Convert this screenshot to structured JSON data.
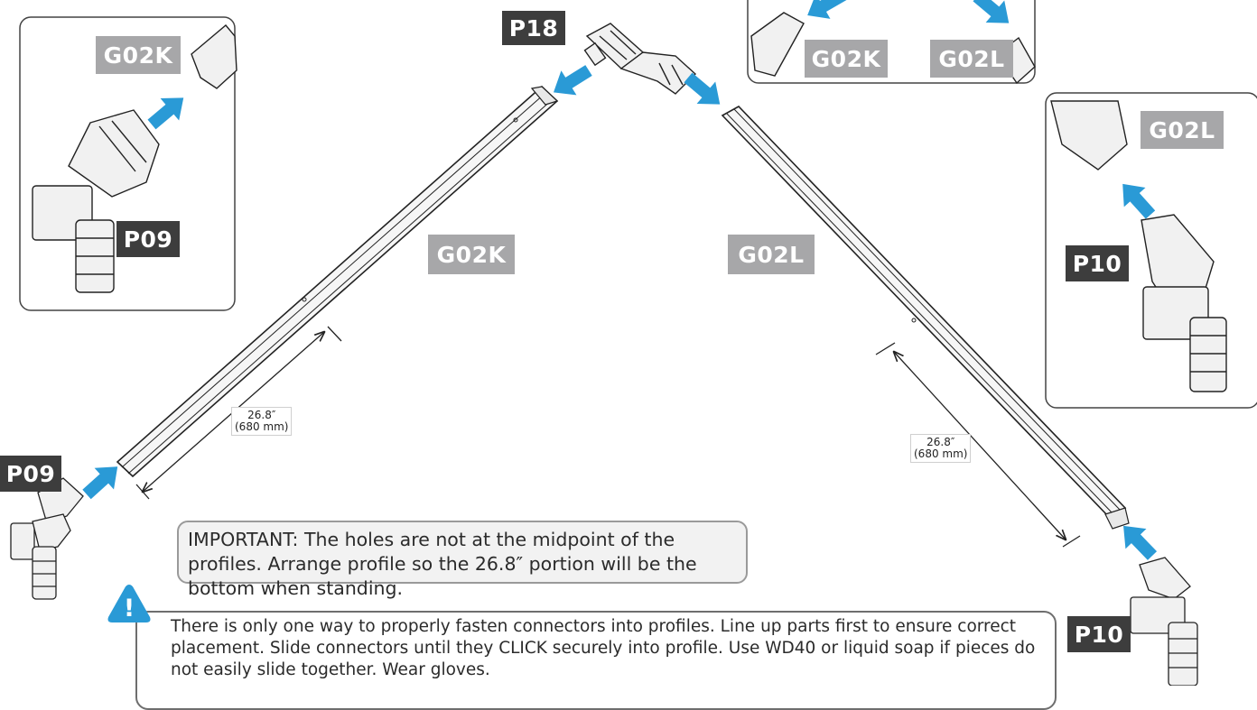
{
  "labels": {
    "p18": "P18",
    "p09_inset": "P09",
    "p09_main": "P09",
    "p10_inset": "P10",
    "p10_main": "P10",
    "g02k_inset": "G02K",
    "g02k_main": "G02K",
    "g02k_top": "G02K",
    "g02l_top": "G02L",
    "g02l_main": "G02L",
    "g02l_inset": "G02L"
  },
  "dimensions": {
    "left": {
      "inches": "26.8″",
      "mm": "(680 mm)"
    },
    "right": {
      "inches": "26.8″",
      "mm": "(680 mm)"
    }
  },
  "important_text": "IMPORTANT: The holes are not at the midpoint of the profiles. Arrange profile so the 26.8″ portion will be the bottom when standing.",
  "note_text": "There is only one way to properly fasten connectors into profiles. Line up parts first to ensure correct placement. Slide connectors until they CLICK securely into profile. Use WD40 or liquid soap if pieces do not easily slide together. Wear gloves.",
  "warning_glyph": "!",
  "colors": {
    "arrow": "#2a9ad6",
    "tag_dark": "#3d3d3d",
    "tag_grey": "#a7a7a9",
    "line": "#222222"
  }
}
